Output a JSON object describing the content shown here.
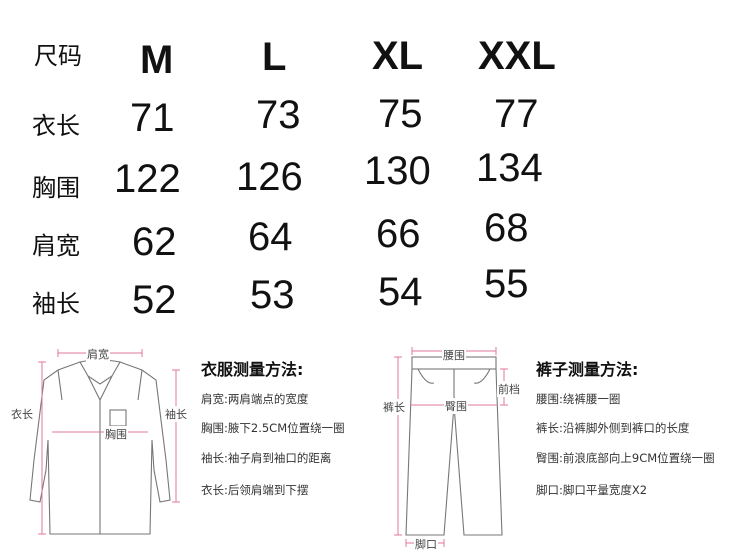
{
  "size_table": {
    "header_label": "尺码",
    "sizes": [
      "M",
      "L",
      "XL",
      "XXL"
    ],
    "rows": [
      {
        "label": "衣长",
        "values": [
          "71",
          "73",
          "75",
          "77"
        ]
      },
      {
        "label": "胸围",
        "values": [
          "122",
          "126",
          "130",
          "134"
        ]
      },
      {
        "label": "肩宽",
        "values": [
          "62",
          "64",
          "66",
          "68"
        ]
      },
      {
        "label": "袖长",
        "values": [
          "52",
          "53",
          "54",
          "55"
        ]
      }
    ]
  },
  "shirt_diagram": {
    "labels": {
      "shoulder": "肩宽",
      "length": "衣长",
      "chest": "胸围",
      "sleeve": "袖长"
    },
    "title": "衣服测量方法:",
    "lines": [
      "肩宽:两肩端点的宽度",
      "胸围:腋下2.5CM位置绕一圈",
      "袖长:袖子肩到袖口的距离",
      "衣长:后领肩端到下摆"
    ]
  },
  "pants_diagram": {
    "labels": {
      "waist": "腰围",
      "front_rise": "前档",
      "length": "裤长",
      "hip": "臀围",
      "hem": "脚口"
    },
    "title": "裤子测量方法:",
    "lines": [
      "腰围:绕裤腰一圈",
      "裤长:沿裤脚外侧到裤口的长度",
      "臀围:前浪底部向上9CM位置绕一圈",
      "脚口:脚口平量宽度X2"
    ]
  }
}
